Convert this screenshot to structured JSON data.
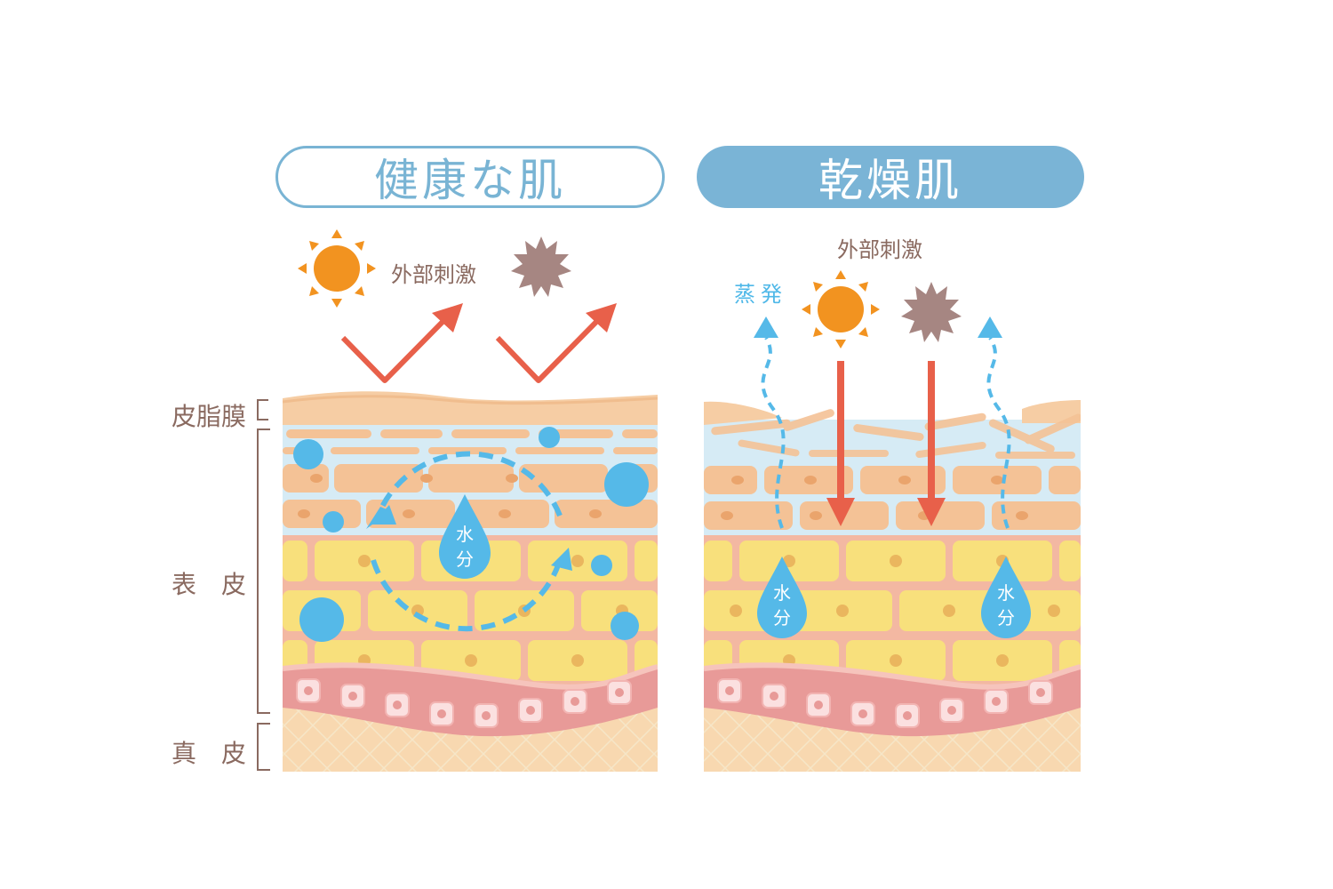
{
  "titles": {
    "healthy": "健康な肌",
    "dry": "乾燥肌"
  },
  "stimulus": {
    "healthy": "外部刺激",
    "dry": "外部刺激"
  },
  "evaporation": "蒸発",
  "layers": {
    "sebum": "皮脂膜",
    "epidermis": "表　皮",
    "dermis": "真　皮"
  },
  "water": {
    "line1": "水",
    "line2": "分"
  },
  "icons": [
    "sun-icon",
    "irritant-icon",
    "deflect-arrow-icon",
    "penetrate-arrow-icon",
    "water-drop-icon",
    "evaporation-arrow-icon"
  ],
  "colors": {
    "title_blue": "#79b4d4",
    "sun": "#f29320",
    "irritant": "#a68682",
    "arrow_red": "#e8604a",
    "water_blue": "#55b9e8",
    "sebum": "#f6cda4",
    "horny_layer": "#d6ebf5",
    "cell_orange": "#f4c296",
    "cell_yellow": "#f8e07c",
    "basal_pink": "#e89a98",
    "dermis": "#f8d8b0"
  }
}
